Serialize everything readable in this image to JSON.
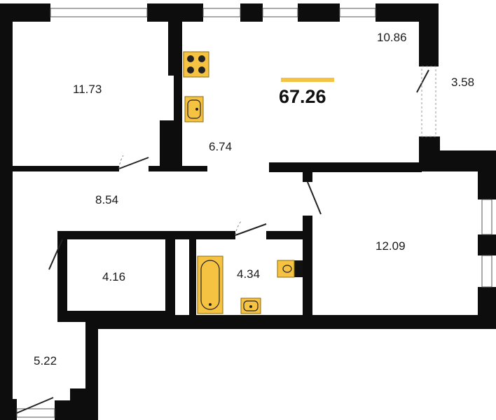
{
  "plan": {
    "total_area": "67.26",
    "accent_color": "#F5C242",
    "wall_color": "#0d0d0d",
    "rooms": [
      {
        "id": "bedroom-left",
        "area": "11.73"
      },
      {
        "id": "kitchen-living",
        "area": "10.86"
      },
      {
        "id": "loggia",
        "area": "3.58"
      },
      {
        "id": "kitchen-nook",
        "area": "6.74"
      },
      {
        "id": "hallway",
        "area": "8.54"
      },
      {
        "id": "bedroom-right",
        "area": "12.09"
      },
      {
        "id": "storage",
        "area": "4.16"
      },
      {
        "id": "bathroom",
        "area": "4.34"
      },
      {
        "id": "entrance",
        "area": "5.22"
      }
    ],
    "fixtures": [
      "stove-icon",
      "kitchen-sink-icon",
      "bathtub-icon",
      "washbasin-icon",
      "toilet-icon"
    ]
  }
}
